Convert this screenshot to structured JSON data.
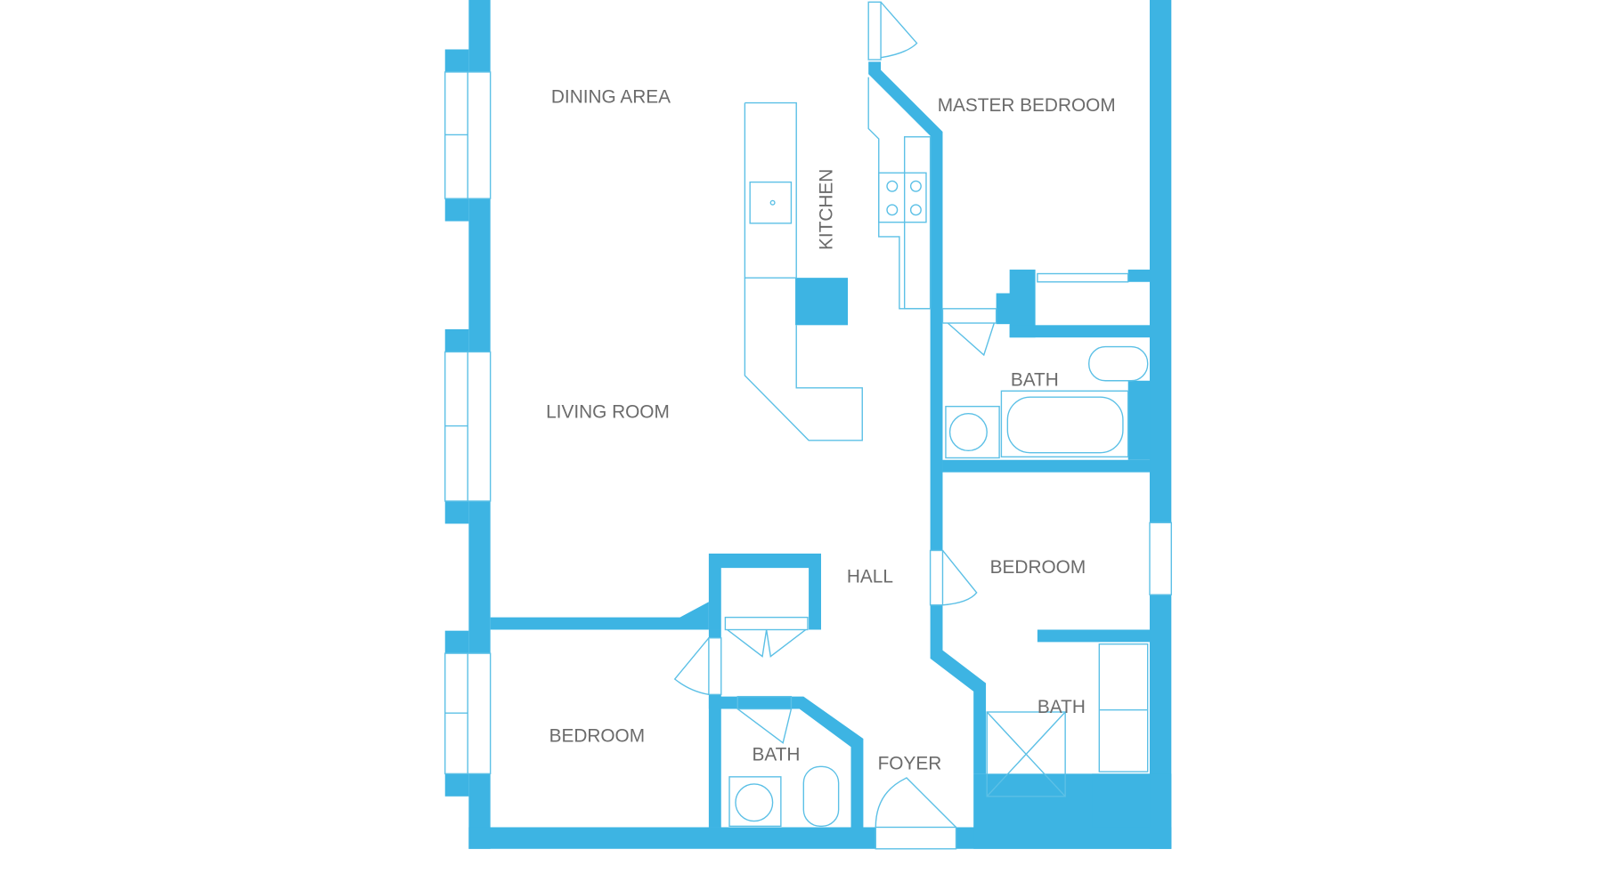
{
  "plan": {
    "wall_color": "#3db4e3",
    "rooms": {
      "dining": "DINING AREA",
      "kitchen": "KITCHEN",
      "master_bedroom": "MASTER BEDROOM",
      "living": "LIVING ROOM",
      "master_bath": "BATH",
      "hall": "HALL",
      "bedroom_right": "BEDROOM",
      "bath_right": "BATH",
      "bedroom_left": "BEDROOM",
      "bath_left": "BATH",
      "foyer": "FOYER"
    }
  }
}
